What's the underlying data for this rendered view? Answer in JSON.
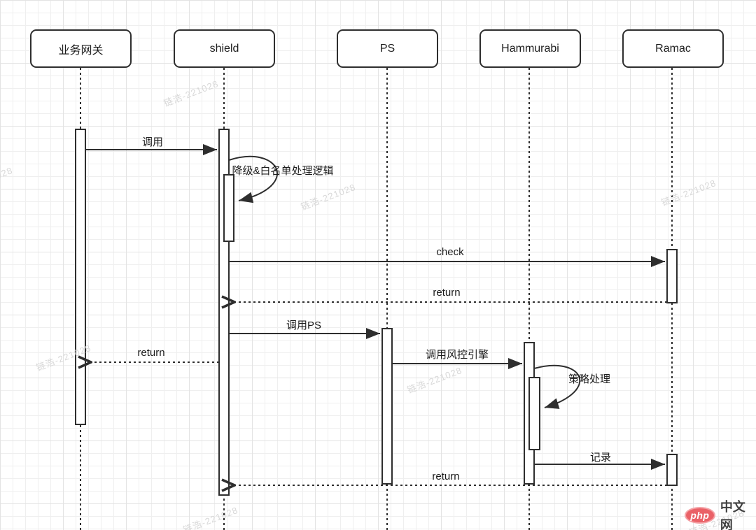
{
  "diagram": {
    "type": "uml-sequence",
    "participants": [
      {
        "label": "业务网关"
      },
      {
        "label": "shield"
      },
      {
        "label": "PS"
      },
      {
        "label": "Hammurabi"
      },
      {
        "label": "Ramac"
      }
    ],
    "messages": [
      {
        "label": "调用",
        "from": "业务网关",
        "to": "shield",
        "style": "solid"
      },
      {
        "label": "降级&白名单处理逻辑",
        "from": "shield",
        "to": "shield",
        "style": "self-loop"
      },
      {
        "label": "check",
        "from": "shield",
        "to": "Ramac",
        "style": "solid"
      },
      {
        "label": "return",
        "from": "Ramac",
        "to": "shield",
        "style": "dashed-return"
      },
      {
        "label": "调用PS",
        "from": "shield",
        "to": "PS",
        "style": "solid"
      },
      {
        "label": "return",
        "from": "shield",
        "to": "业务网关",
        "style": "dashed-return"
      },
      {
        "label": "调用风控引擎",
        "from": "PS",
        "to": "Hammurabi",
        "style": "solid"
      },
      {
        "label": "策略处理",
        "from": "Hammurabi",
        "to": "Hammurabi",
        "style": "self-loop"
      },
      {
        "label": "记录",
        "from": "Hammurabi",
        "to": "Ramac",
        "style": "solid"
      },
      {
        "label": "return",
        "from": "Ramac",
        "to": "shield",
        "style": "dashed-return"
      }
    ]
  },
  "watermark": {
    "text": "链浩-221028"
  },
  "branding": {
    "logo_text": "php",
    "site_text": "中文网"
  },
  "colors": {
    "line": "#2e2e2e",
    "background": "#ffffff",
    "grid": "#efefef",
    "watermark": "#d8d8d8",
    "logo": "#ea6167"
  }
}
